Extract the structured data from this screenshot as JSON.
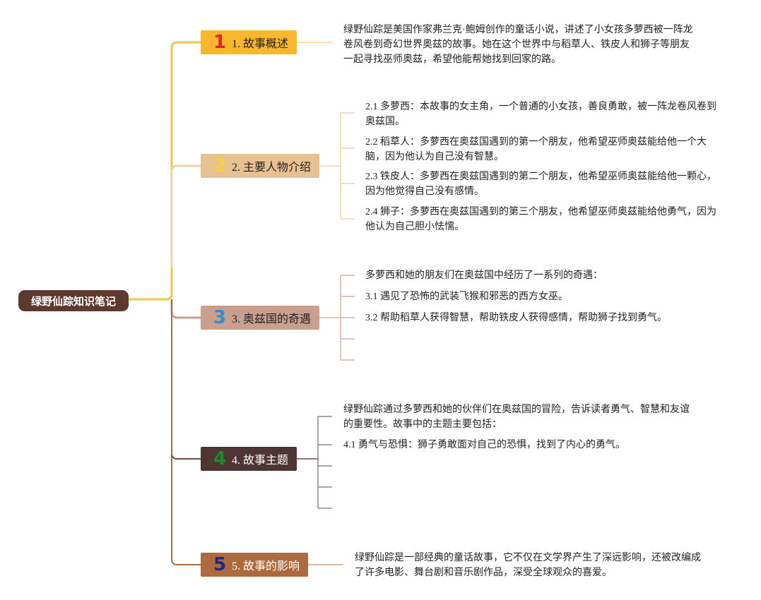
{
  "root": {
    "title": "绿野仙踪知识笔记"
  },
  "branches": [
    {
      "number": "1",
      "label": "1. 故事概述",
      "color": "#fbb72c",
      "number_color": "#e0262a",
      "text_color": "#222222",
      "line_color": "#f6c445",
      "notes": [
        "绿野仙踪是美国作家弗兰克·鲍姆创作的童话小说，讲述了小女孩多萝西被一阵龙",
        "卷风卷到奇幻世界奥兹的故事。她在这个世界中与稻草人、铁皮人和狮子等朋友",
        "一起寻找巫师奥兹，希望他能帮她找到回家的路。"
      ]
    },
    {
      "number": "2",
      "label": "2. 主要人物介绍",
      "color": "#e8c192",
      "number_color": "#f4d23e",
      "text_color": "#222222",
      "line_color": "#ecd2ad",
      "items": [
        [
          "2.1 多萝西：本故事的女主角，一个普通的小女孩，善良勇敢，被一阵龙卷风卷到",
          "奥兹国。"
        ],
        [
          "2.2 稻草人：多萝西在奥兹国遇到的第一个朋友，他希望巫师奥兹能给他一个大",
          "脑，因为他认为自己没有智慧。"
        ],
        [
          "2.3 铁皮人：多萝西在奥兹国遇到的第二个朋友，他希望巫师奥兹能给他一颗心，",
          "因为他觉得自己没有感情。"
        ],
        [
          "2.4 狮子：多萝西在奥兹国遇到的第三个朋友，他希望巫师奥兹能给他勇气，因为",
          "他认为自己胆小怯懦。"
        ]
      ]
    },
    {
      "number": "3",
      "label": "3. 奥兹国的奇遇",
      "color": "#c9a08d",
      "number_color": "#2f8fd6",
      "text_color": "#222222",
      "line_color": "#d3b4a6",
      "items": [
        "多萝西和她的朋友们在奥兹国中经历了一系列的奇遇：",
        "3.1 遇见了恐怖的武装飞猴和邪恶的西方女巫。",
        "3.2 帮助稻草人获得智慧，帮助铁皮人获得感情，帮助狮子找到勇气。",
        "",
        ""
      ]
    },
    {
      "number": "4",
      "label": "4. 故事主题",
      "color": "#4e3432",
      "number_color": "#1f8a2a",
      "text_color": "#ffffff",
      "line_color": "#8c8c8c",
      "items": [
        [
          "绿野仙踪通过多萝西和她的伙伴们在奥兹国的冒险，告诉读者勇气、智慧和友谊",
          "的重要性。故事中的主题主要包括："
        ],
        [
          "4.1 勇气与恐惧：狮子勇敢面对自己的恐惧，找到了内心的勇气。"
        ],
        [
          ""
        ],
        [
          ""
        ],
        [
          ""
        ]
      ]
    },
    {
      "number": "5",
      "label": "5. 故事的影响",
      "color": "#ad6a3c",
      "number_color": "#1c2b8a",
      "text_color": "#ffffff",
      "line_color": "#dcb9a3",
      "notes": [
        "绿野仙踪是一部经典的童话故事，它不仅在文学界产生了深远影响，还被改编成",
        "了许多电影、舞台剧和音乐剧作品，深受全球观众的喜爱。"
      ]
    }
  ]
}
